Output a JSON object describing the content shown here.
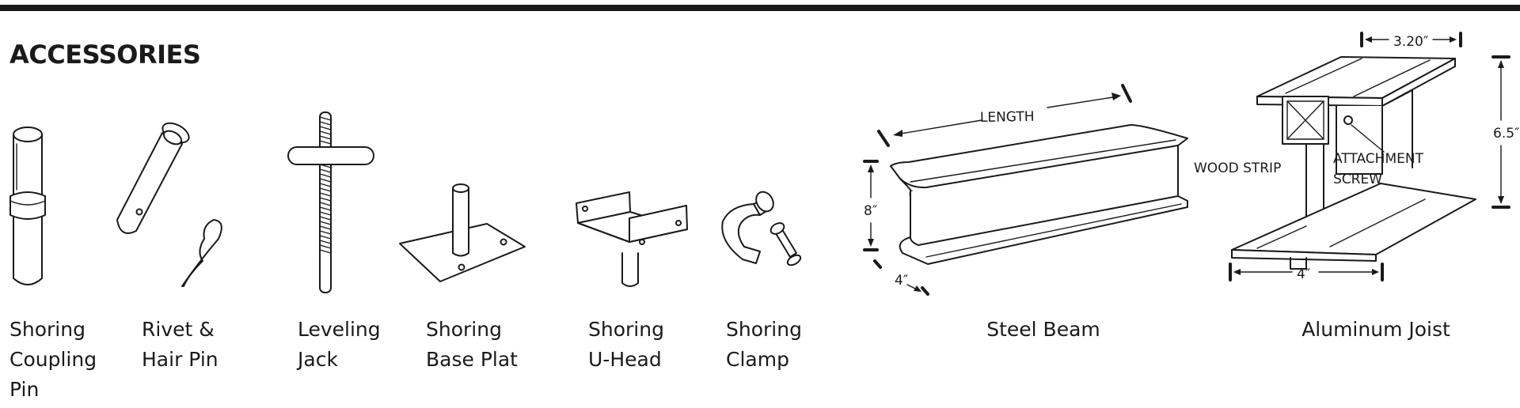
{
  "section": {
    "title": "ACCESSORIES"
  },
  "items": [
    {
      "name": "Shoring\nCoupling\nPin"
    },
    {
      "name": "Rivet &\nHair Pin"
    },
    {
      "name": "Leveling\nJack"
    },
    {
      "name": "Shoring\nBase Plat"
    },
    {
      "name": "Shoring\nU-Head"
    },
    {
      "name": "Shoring\nClamp"
    },
    {
      "name": "Steel Beam"
    },
    {
      "name": "Aluminum Joist"
    }
  ],
  "steel_beam": {
    "length_label": "LENGTH",
    "height_label": "8″",
    "width_label": "4″"
  },
  "aluminum_joist": {
    "top_width_label": "3.20″",
    "height_label": "6.5″",
    "bottom_width_label": "4″",
    "wood_strip_label": "WOOD STRIP",
    "screw_label_line1": "ATTACHMENT",
    "screw_label_line2": "SCREW"
  }
}
